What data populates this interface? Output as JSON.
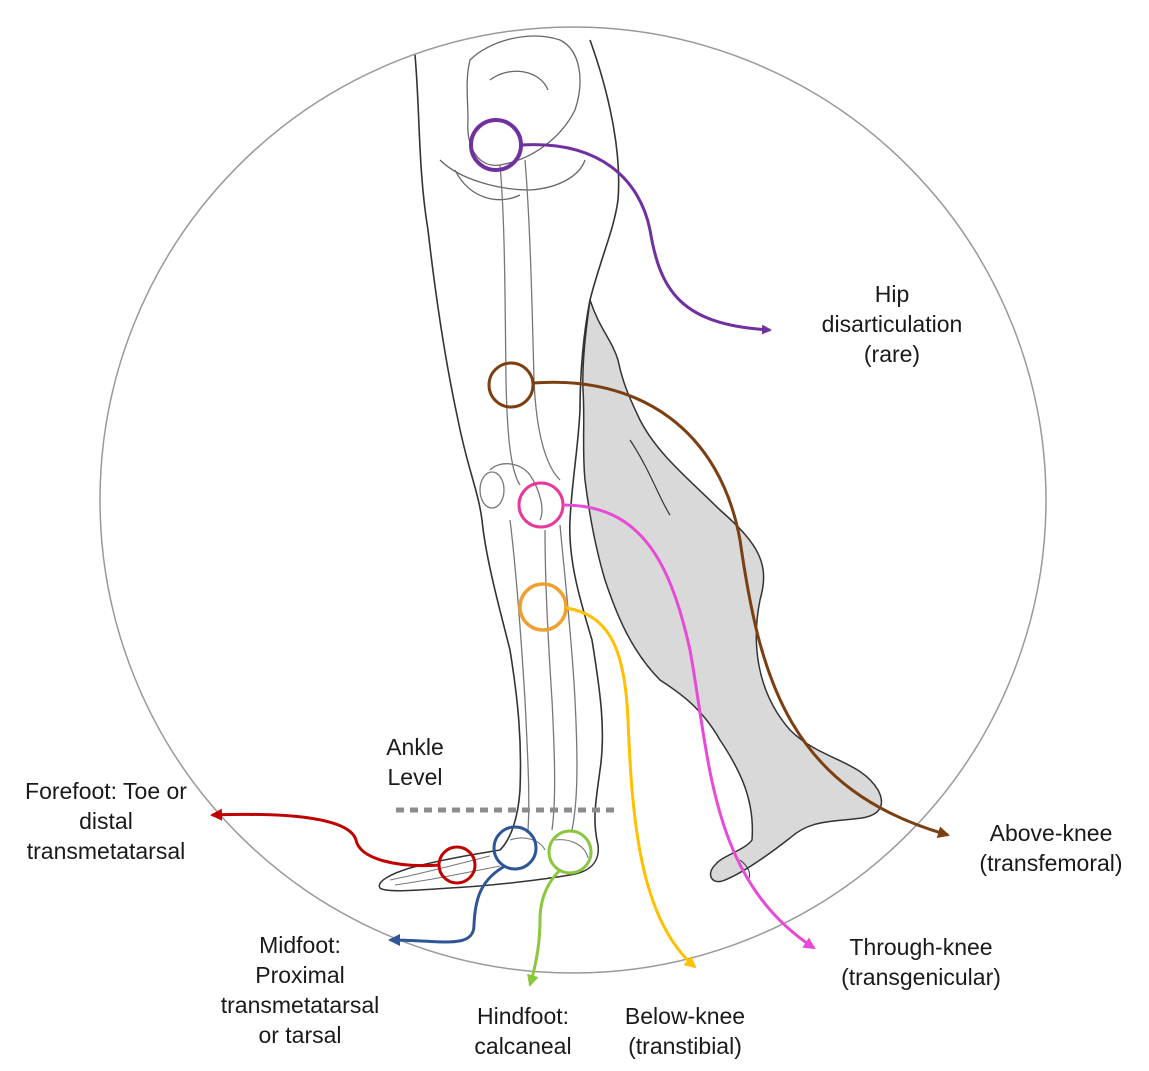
{
  "labels": {
    "hip": [
      "Hip",
      "disarticulation",
      "(rare)"
    ],
    "above_knee": [
      "Above-knee",
      "(transfemoral)"
    ],
    "through_knee": [
      "Through-knee",
      "(transgenicular)"
    ],
    "below_knee": [
      "Below-knee",
      "(transtibial)"
    ],
    "hindfoot": [
      "Hindfoot:",
      "calcaneal"
    ],
    "midfoot": [
      "Midfoot:",
      "Proximal",
      "transmetatarsal",
      "or tarsal"
    ],
    "forefoot": [
      "Forefoot: Toe or",
      "distal",
      "transmetatarsal"
    ],
    "ankle": [
      "Ankle",
      "Level"
    ]
  },
  "colors": {
    "hip": "#7030a0",
    "above_knee": "#7b3f12",
    "through_knee": "#e84ad8",
    "below_knee": "#ffc000",
    "knee_cap_ring": "#e8389a",
    "lower_leg_ring": "#f0a030",
    "hindfoot": "#8cc63f",
    "midfoot": "#2f5597",
    "forefoot": "#c00000",
    "ankle_line": "#8c8c8c",
    "leg_fill": "#d9d9d9",
    "outline": "#333333",
    "circle": "#999999"
  }
}
